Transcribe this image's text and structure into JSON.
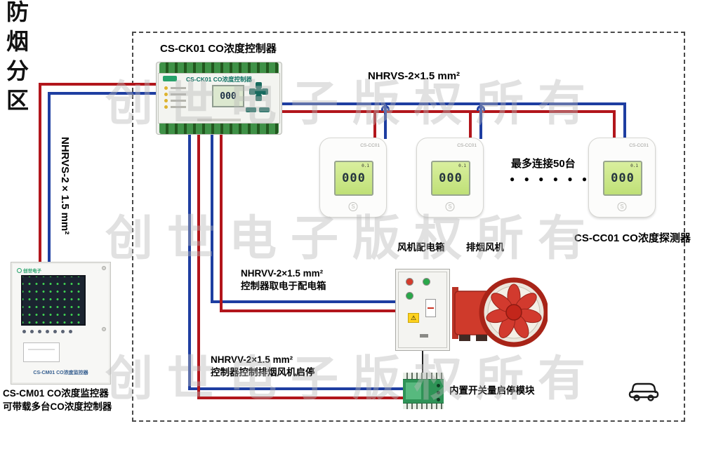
{
  "watermark": {
    "text": "创世电子版权所有"
  },
  "controller": {
    "caption": "CS-CK01 CO浓度控制器",
    "face_title": "CS-CK01 CO浓度控制器",
    "lcd": "000"
  },
  "cables": {
    "nhrvs_top": "NHRVS-2×1.5 mm²",
    "nhrvs_left": "NHRVS-2×1.5 mm²",
    "nhrvv_power_line1": "NHRVV-2×1.5 mm²",
    "nhrvv_power_line2": "控制器取电于配电箱",
    "nhrvv_ctrl_line1": "NHRVV-2×1.5 mm²",
    "nhrvv_ctrl_line2": "控制器控制排烟风机启停"
  },
  "detectors": {
    "model": "CS-CC01",
    "caption": "CS-CC01 CO浓度探测器",
    "lcd_top": "0.1",
    "lcd_big": "000",
    "max_connect": "最多连接50台",
    "dots": "● ● ● ● ● ●"
  },
  "fan_section": {
    "box_caption": "风机配电箱",
    "fan_caption": "排烟风机",
    "module_caption": "内置开关量启停模块"
  },
  "monitor": {
    "logo": "创世电子",
    "panel_text": "CS-CM01 CO浓度监控器",
    "caption_line1": "CS-CM01 CO浓度监控器",
    "caption_line2": "可带载多台CO浓度控制器"
  },
  "zone": {
    "label": "防烟分区"
  },
  "icons": {
    "warning": "⚠"
  },
  "colors": {
    "wire_red": "#b2161c",
    "wire_blue": "#1e3ea1",
    "fan_red": "#d23a2e",
    "lcd_green": "#cde98e",
    "watermark_gray": "#b9b9b9"
  }
}
